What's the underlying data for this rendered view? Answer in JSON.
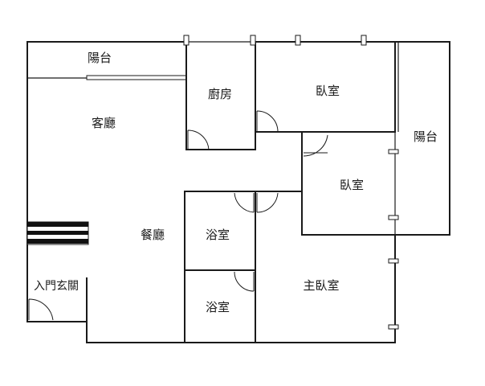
{
  "rooms": {
    "balcony_top": "陽台",
    "living_room": "客廳",
    "kitchen": "廚房",
    "bedroom_top": "臥室",
    "balcony_right": "陽台",
    "bedroom_middle": "臥室",
    "dining_room": "餐廳",
    "bathroom_upper": "浴室",
    "bathroom_lower": "浴室",
    "master_bedroom": "主臥室",
    "entrance": "入門玄關"
  }
}
